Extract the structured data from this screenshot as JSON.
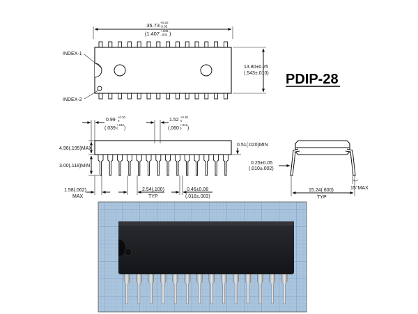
{
  "title": "PDIP-28",
  "top_view": {
    "length_main": "35.73",
    "length_main_tol_plus": "+0.20",
    "length_main_tol_minus": "-0.05",
    "length_inch": "(1.407",
    "length_inch_tol_plus": "+.008",
    "length_inch_tol_minus": "-.002",
    "length_inch_close": ")",
    "width_mm": "13.80±0.25",
    "width_inch": "(.543±.010)",
    "index1": "INDEX-1",
    "index2": "INDEX-2"
  },
  "side_view": {
    "pin_w_top": "0.99",
    "pin_w_top_tol_plus": "+0.30",
    "pin_w_top_tol_minus": "0",
    "pin_w_top_inch": "(.039",
    "pin_w_top_inch_tol_plus": "+.012",
    "pin_w_top_inch_tol_minus": "0",
    "pin_w_top_inch_close": ")",
    "pin_w2": "1.52",
    "pin_w2_tol_plus": "+0.30",
    "pin_w2_tol_minus": "0",
    "pin_w2_inch": "(.060",
    "pin_w2_inch_tol_plus": "+.012",
    "pin_w2_inch_tol_minus": "0",
    "pin_w2_inch_close": ")",
    "height_max": "4.96(.195)MAX",
    "lead_min": "3.00(.118)MIN",
    "seat_min": "0.51(.020)MIN",
    "end_max": "1.58(.062)",
    "end_max_label": "MAX",
    "pitch": "2.54(.100)",
    "pitch_label": "TYP",
    "lead_width": "0.46±0.08",
    "lead_width_inch": "(.018±.003)"
  },
  "end_view": {
    "lead_thick": "0.25±0.05",
    "lead_thick_inch": "(.010±.002)",
    "row_spacing": "15.24(.600)",
    "row_spacing_label": "TYP",
    "angle": "15°MAX"
  },
  "colors": {
    "line": "#111111",
    "photo_grid_bg": "#a9c4dc",
    "chip_body": "#1b1c1f",
    "pin_metal": "#c9ccd0"
  }
}
